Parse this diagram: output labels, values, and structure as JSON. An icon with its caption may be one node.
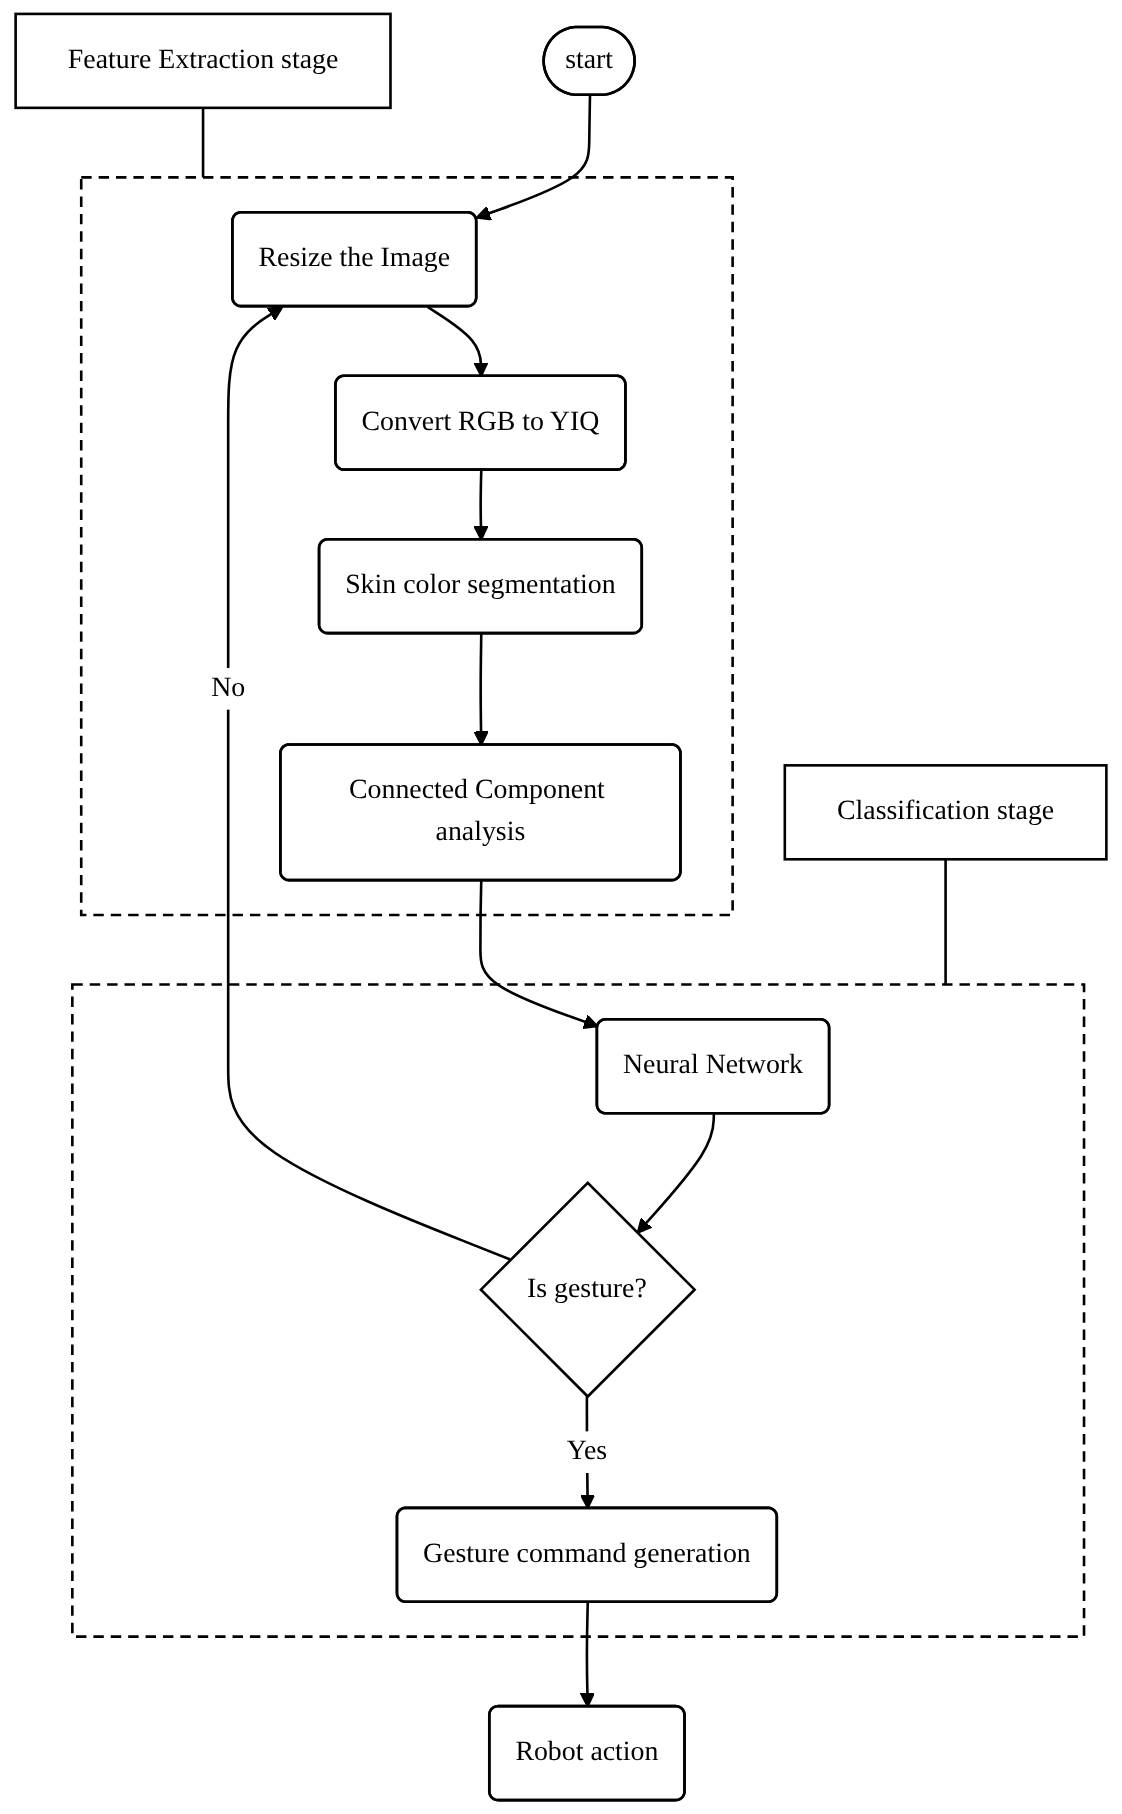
{
  "diagram": {
    "nodes": [
      {
        "text": [
          "start"
        ]
      },
      {
        "text": [],
        "shape": "box"
      },
      {
        "text": [
          "Resize the Image"
        ],
        "in": 1
      },
      {
        "text": [
          "Convert RGB to YIQ"
        ],
        "in": 1
      },
      {
        "text": [
          "Skin color segmentation"
        ],
        "in": 1
      },
      {
        "text": [
          "Connected Component analysis"
        ],
        "in": 1
      },
      {
        "text": [
          "Feature Extraction stage"
        ]
      },
      {
        "text": [],
        "shape": "box"
      },
      {
        "text": [
          "Neural Network"
        ],
        "in": 7
      },
      {
        "text": [
          "Is gesture?"
        ],
        "in": 7
      },
      {
        "text": [
          "Gesture command generation"
        ],
        "in": 7
      },
      {
        "text": [
          "Classification stage"
        ]
      },
      {
        "text": [
          "Robot action"
        ]
      }
    ],
    "edges": [
      {
        "from": 0,
        "to": 2,
        "arrow": "to"
      },
      {
        "from": 2,
        "to": 3,
        "arrow": "to"
      },
      {
        "from": 3,
        "to": 4,
        "arrow": "to"
      },
      {
        "from": 4,
        "to": 5,
        "arrow": "to"
      },
      {
        "from": 5,
        "to": 8,
        "arrow": "to"
      },
      {
        "from": 8,
        "to": 9,
        "arrow": "to"
      },
      {
        "from": 9,
        "to": 2,
        "arrow": "to",
        "label": "No"
      },
      {
        "from": 9,
        "to": 10,
        "arrow": "to",
        "label": "Yes"
      },
      {
        "from": 10,
        "to": 12,
        "arrow": "to"
      },
      {
        "from": 6,
        "to": 1,
        "arrow": "none"
      },
      {
        "from": 11,
        "to": 7,
        "arrow": "none"
      }
    ]
  }
}
